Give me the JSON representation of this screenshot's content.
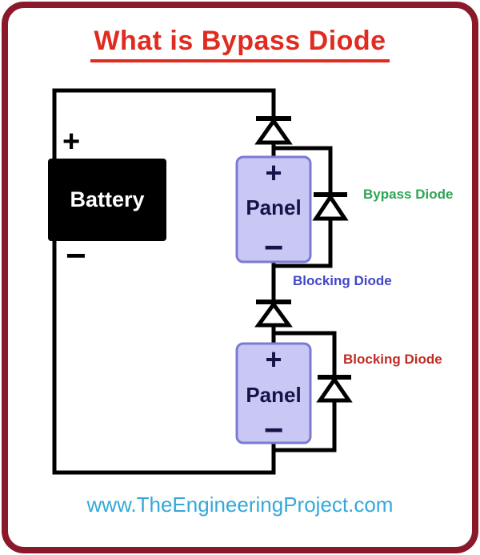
{
  "title": "What is Bypass Diode",
  "footer": "www.TheEngineeringProject.com",
  "colors": {
    "frame_border": "#8a1a2b",
    "title_red": "#e02b20",
    "wire_black": "#000000",
    "panel_fill": "#c9c7f3",
    "panel_border": "#7b7bd0",
    "panel_text": "#14144b",
    "battery_fill": "#000000",
    "battery_text": "#ffffff",
    "bypass_label_green": "#2fa456",
    "blocking_label_blue": "#4047c8",
    "blocking_label_red": "#c02b24",
    "footer_cyan": "#35a8d8"
  },
  "battery": {
    "label": "Battery",
    "plus": "+",
    "minus": "−"
  },
  "panels": [
    {
      "label": "Panel",
      "plus": "+",
      "minus": "−"
    },
    {
      "label": "Panel",
      "plus": "+",
      "minus": "−"
    }
  ],
  "diode_labels": {
    "bypass": "Bypass Diode",
    "blocking_top": "Blocking Diode",
    "blocking_bottom": "Blocking Diode"
  }
}
